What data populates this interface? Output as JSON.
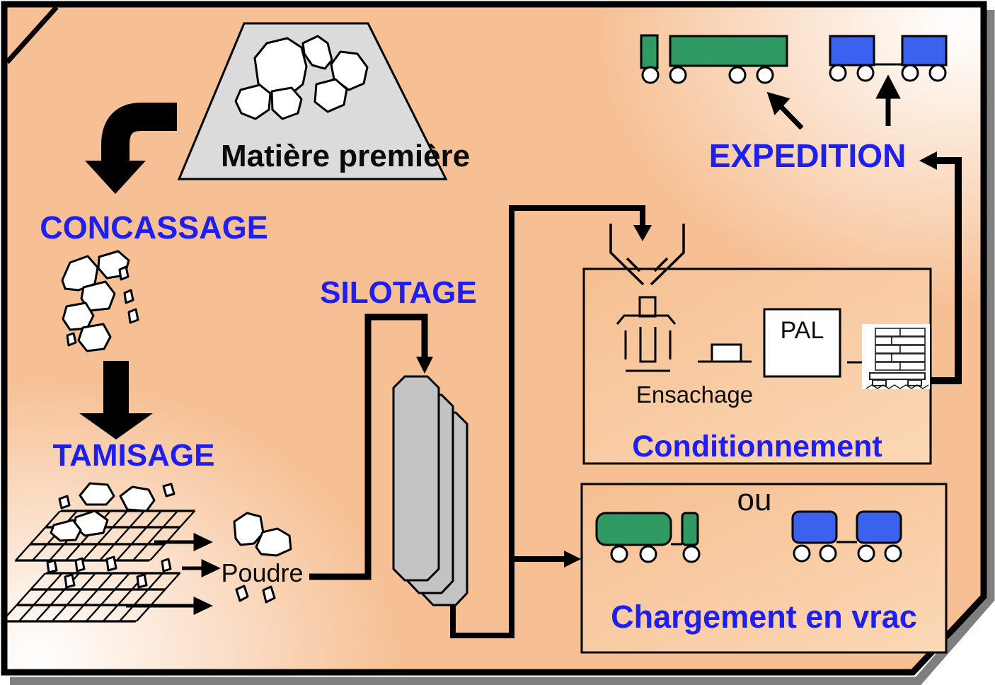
{
  "labels": {
    "raw_material": "Matière première",
    "crushing": "CONCASSAGE",
    "sieving": "TAMISAGE",
    "powder": "Poudre",
    "siloing": "SILOTAGE",
    "shipping": "EXPEDITION",
    "packaging": "Conditionnement",
    "bagging": "Ensachage",
    "pallet": "PAL",
    "or_word": "ou",
    "bulk_loading": "Chargement en vrac"
  },
  "colors": {
    "label_blue": "#1e1ef0",
    "text_black": "#0b0b0b",
    "truck_green": "#2f9a63",
    "wagon_blue": "#3a62ee",
    "surface_gray": "#dbdbdb",
    "silo_gray": "#c3c3c3",
    "background_orange": "#f6c094",
    "shadow_gray": "#7f7f7f",
    "line_black": "#000000"
  },
  "icons": {
    "raw-material-pile-icon": "trapezoid pile of rocks",
    "curved-arrow-icon": "thick elbow arrow down",
    "crushed-rocks-icon": "crushed stone fragments",
    "down-arrow-icon": "thick down arrow",
    "sieve-grids-icon": "two inclined screening meshes",
    "silo-icon": "three staggered storage silos",
    "hopper-icon": "receiving funnel",
    "bagging-machine-icon": "bag filling station",
    "bag-on-conveyor-icon": "filled bag on belt",
    "pallet-icon": "palletized sacks",
    "dump-truck-icon": "green lorry",
    "rail-wagons-icon": "blue rail wagons",
    "flow-pipe-icon": "black flow lines with arrowheads"
  }
}
